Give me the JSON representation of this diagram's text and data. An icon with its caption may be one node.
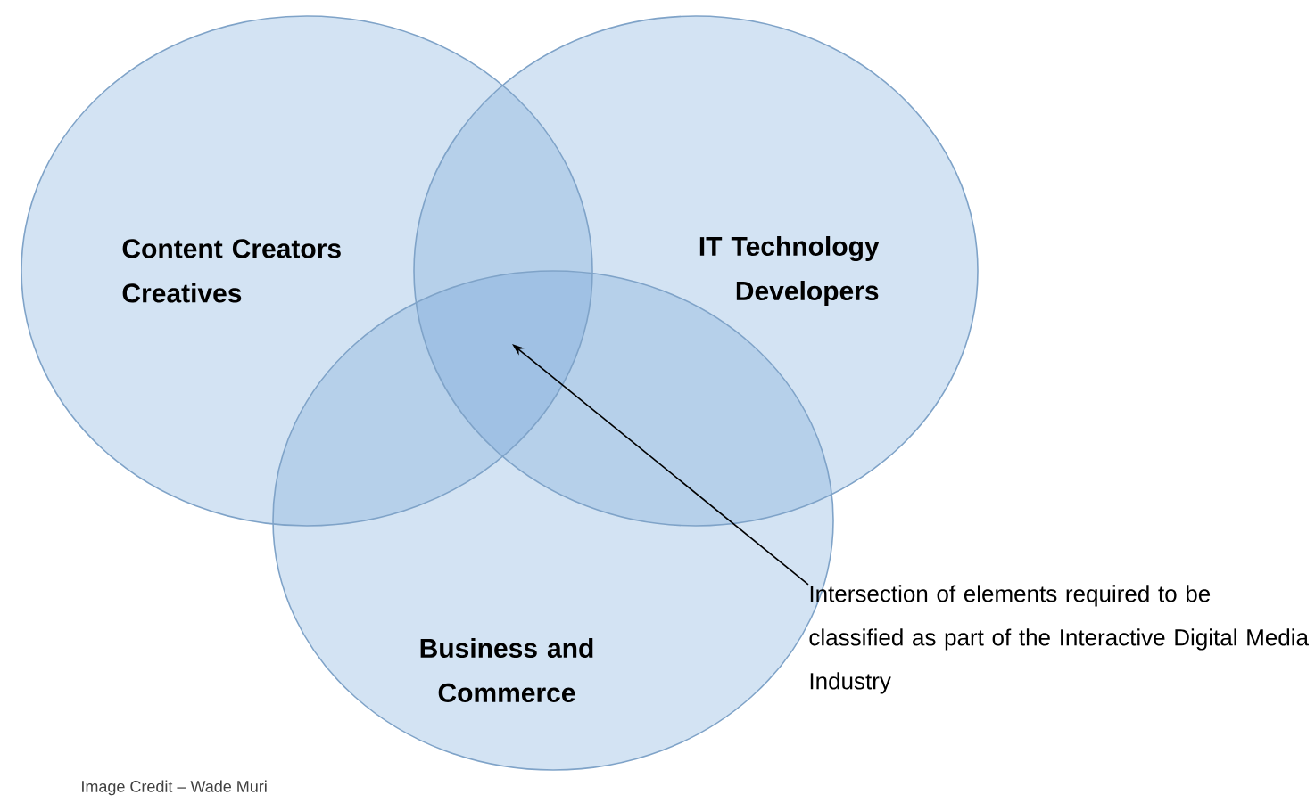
{
  "diagram": {
    "nodes": [
      {
        "text": [
          "Content Creators Creatives"
        ]
      },
      {
        "text": [
          "IT Technology Developers"
        ]
      },
      {
        "text": [
          "Business and Commerce"
        ]
      },
      {
        "text": [
          "Intersection of elements required to be classified as part of the Interactive Digital Media Industry"
        ]
      }
    ],
    "edges": [
      {
        "from": 3,
        "to": 2,
        "arrow": "to"
      }
    ],
    "labels": [
      "Image Credit – Wade Muri"
    ]
  }
}
